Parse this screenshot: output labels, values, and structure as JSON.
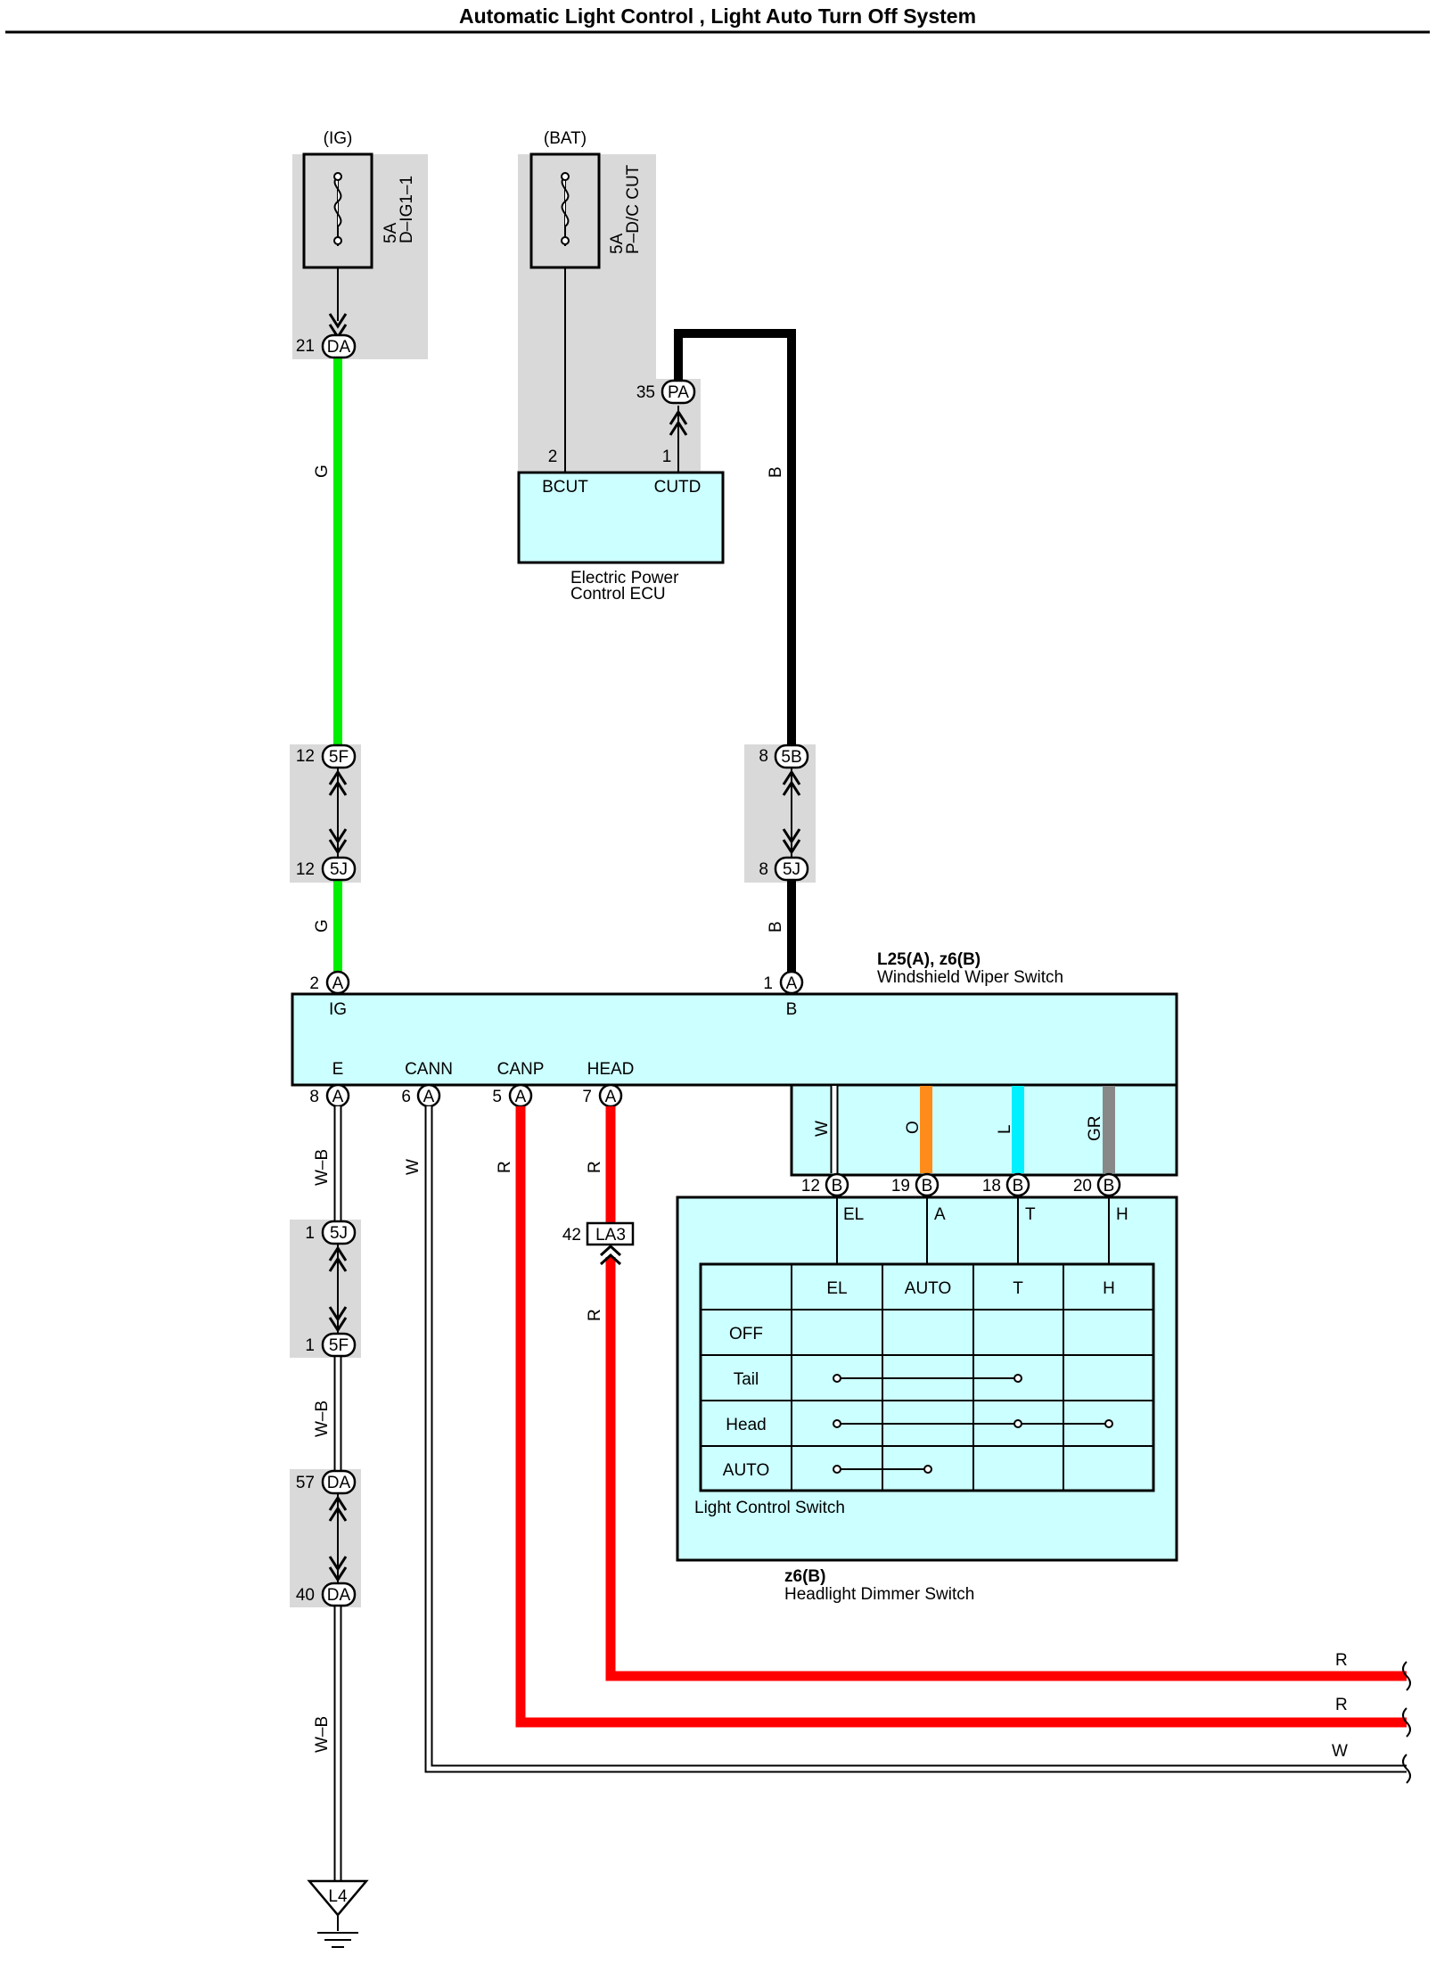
{
  "title": "Automatic Light Control , Light Auto Turn Off System",
  "fuses": {
    "ig": {
      "source": "(IG)",
      "amps": "5A",
      "name": "D–IG1–1"
    },
    "bat": {
      "source": "(BAT)",
      "amps": "5A",
      "name": "P–D/C CUT"
    }
  },
  "ecu": {
    "name_line1": "Electric Power",
    "name_line2": "Control ECU",
    "pin_bcut": "BCUT",
    "pin_cutd": "CUTD",
    "pin_bcut_num": "2",
    "pin_cutd_num": "1"
  },
  "connectors": {
    "da_top": {
      "pin": "21",
      "code": "DA"
    },
    "pa": {
      "pin": "35",
      "code": "PA"
    },
    "c5f_top": {
      "pin": "12",
      "code": "5F"
    },
    "c5j_top": {
      "pin": "12",
      "code": "5J"
    },
    "c5b": {
      "pin": "8",
      "code": "5B"
    },
    "c5j_right": {
      "pin": "8",
      "code": "5J"
    },
    "c5j_low": {
      "pin": "1",
      "code": "5J"
    },
    "c5f_low": {
      "pin": "1",
      "code": "5F"
    },
    "da_57": {
      "pin": "57",
      "code": "DA"
    },
    "da_40": {
      "pin": "40",
      "code": "DA"
    },
    "la3": {
      "pin": "42",
      "code": "LA3"
    }
  },
  "wiper_switch": {
    "id": "L25(A), z6(B)",
    "name": "Windshield Wiper Switch",
    "pins_top": [
      {
        "num": "2",
        "conn": "A",
        "label": "IG"
      },
      {
        "num": "1",
        "conn": "A",
        "label": "B"
      }
    ],
    "pins_bottom": [
      {
        "num": "8",
        "conn": "A",
        "label": "E"
      },
      {
        "num": "6",
        "conn": "A",
        "label": "CANN"
      },
      {
        "num": "5",
        "conn": "A",
        "label": "CANP"
      },
      {
        "num": "7",
        "conn": "A",
        "label": "HEAD"
      }
    ],
    "internal_wires": [
      {
        "color": "W",
        "hex": "#ffffff"
      },
      {
        "color": "O",
        "hex": "#ff8c1a"
      },
      {
        "color": "L",
        "hex": "#00f0ff"
      },
      {
        "color": "GR",
        "hex": "#888888"
      }
    ],
    "pins_b": [
      {
        "num": "12",
        "conn": "B",
        "label": "EL"
      },
      {
        "num": "19",
        "conn": "B",
        "label": "A"
      },
      {
        "num": "18",
        "conn": "B",
        "label": "T"
      },
      {
        "num": "20",
        "conn": "B",
        "label": "H"
      }
    ]
  },
  "light_switch": {
    "name": "Light Control Switch",
    "columns": [
      "EL",
      "AUTO",
      "T",
      "H"
    ],
    "rows": [
      "OFF",
      "Tail",
      "Head",
      "AUTO"
    ]
  },
  "dimmer": {
    "id": "z6(B)",
    "name": "Headlight Dimmer Switch"
  },
  "wire_colors": {
    "g1": "G",
    "b1": "B",
    "g2": "G",
    "b2": "B",
    "wb1": "W–B",
    "w": "W",
    "r1": "R",
    "r2": "R",
    "r3": "R",
    "wb2": "W–B",
    "wb3": "W–B",
    "out_r1": "R",
    "out_r2": "R",
    "out_w": "W"
  },
  "ground": {
    "code": "L4"
  },
  "colors": {
    "green": "#00ee00",
    "red": "#ff0000",
    "black": "#000000",
    "component_fill": "#ccffff",
    "splice_fill": "#d9d9d9"
  }
}
